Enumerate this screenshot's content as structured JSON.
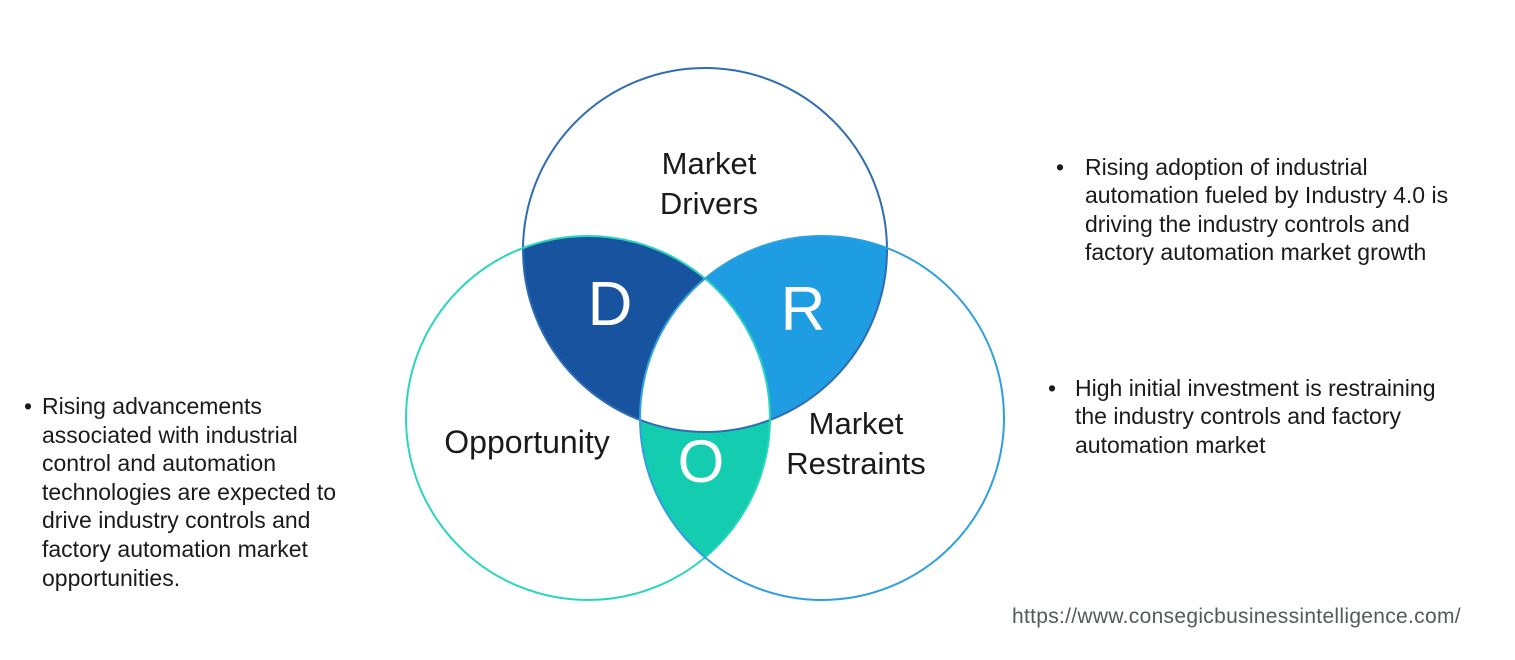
{
  "colors": {
    "background": "#ffffff",
    "text": "#1a1a1a",
    "url_text": "#55585e",
    "drivers_stroke": "#2e6cb3",
    "opportunity_stroke": "#2ad5c0",
    "restraints_stroke": "#2f9fe0",
    "overlap_drivers_opportunity": "#17539f",
    "overlap_drivers_restraints": "#1f9de2",
    "overlap_opportunity_restraints": "#14ccb0",
    "center_fill": "#ffffff",
    "letter_fill": "#ffffff"
  },
  "venn": {
    "labels": {
      "drivers": "Market\nDrivers",
      "opportunity": "Opportunity",
      "restraints": "Market\nRestraints"
    },
    "letters": {
      "drivers": "D",
      "restraints": "R",
      "opportunity": "O"
    }
  },
  "bullets": {
    "left": {
      "marker": "•",
      "text": "Rising advancements\nassociated with industrial\ncontrol and automation\ntechnologies are expected to\ndrive industry controls and\nfactory automation market\nopportunities."
    },
    "right_top": {
      "marker": "•",
      "text": "Rising adoption of industrial\nautomation fueled by Industry 4.0 is\ndriving the industry controls and\nfactory automation market growth"
    },
    "right_bottom": {
      "marker": "•",
      "text": "High initial investment is restraining\nthe industry controls and factory\nautomation market"
    }
  },
  "footer": {
    "url": "https://www.consegicbusinessintelligence.com/"
  }
}
